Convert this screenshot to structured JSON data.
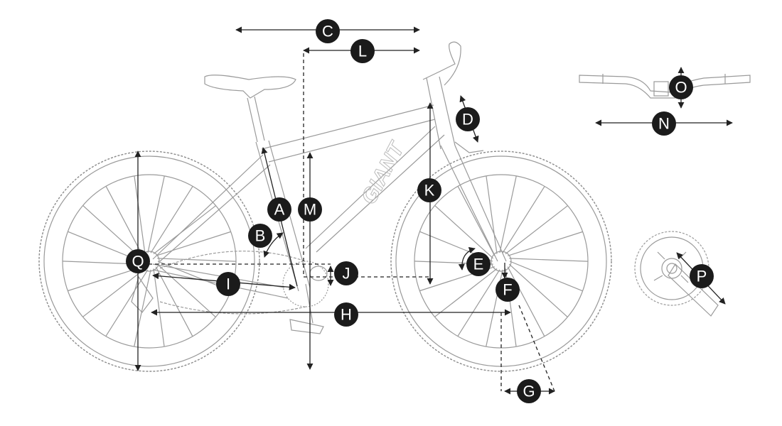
{
  "diagram": {
    "title_logo": "GIANT",
    "labels": {
      "A": "A",
      "B": "B",
      "C": "C",
      "D": "D",
      "E": "E",
      "F": "F",
      "G": "G",
      "H": "H",
      "I": "I",
      "J": "J",
      "K": "K",
      "L": "L",
      "M": "M",
      "N": "N",
      "O": "O",
      "P": "P",
      "Q": "Q"
    },
    "colors": {
      "label_fill": "#1b1b1b",
      "line": "#222222",
      "bike_outline": "#9a9a9a"
    }
  }
}
